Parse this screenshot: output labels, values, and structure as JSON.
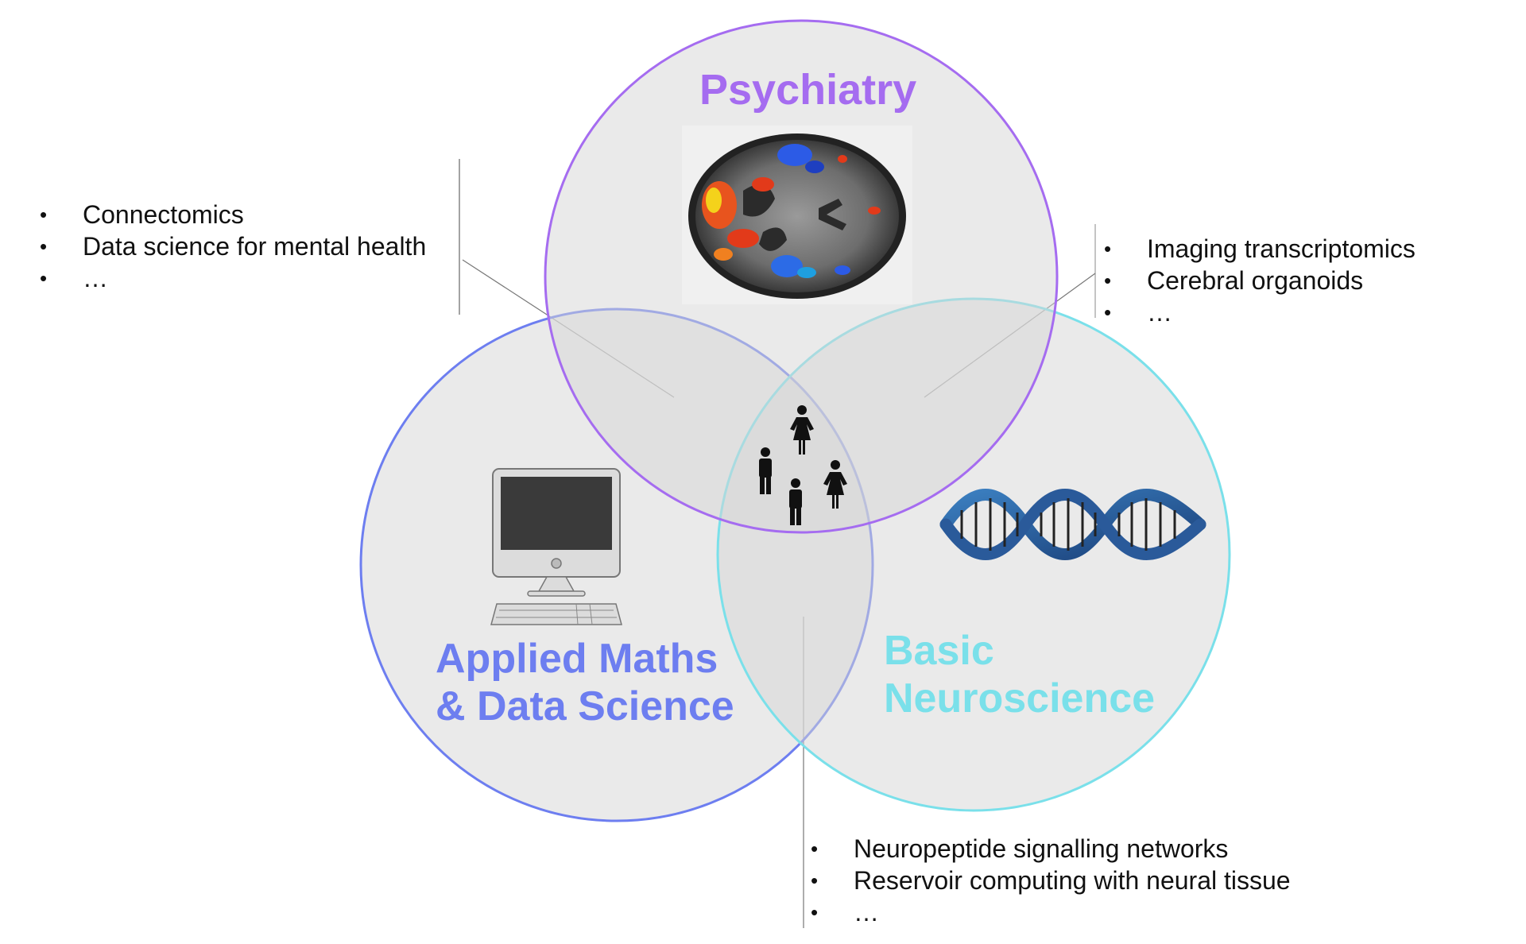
{
  "circles": {
    "psychiatry": {
      "title": "Psychiatry",
      "color": "#a56cf0"
    },
    "applied_maths": {
      "title_line1": "Applied Maths",
      "title_line2": "& Data Science",
      "color": "#6d7ef0"
    },
    "basic_neuroscience": {
      "title_line1": "Basic",
      "title_line2": "Neuroscience",
      "color": "#7ae0ea"
    }
  },
  "lists": {
    "psych_maths": [
      "Connectomics",
      "Data science for mental health",
      "…"
    ],
    "psych_neuro": [
      "Imaging transcriptomics",
      "Cerebral organoids",
      "…"
    ],
    "maths_neuro": [
      "Neuropeptide signalling networks",
      "Reservoir computing with neural tissue",
      "…"
    ]
  },
  "icons": [
    "brain-scan-icon",
    "computer-icon",
    "dna-helix-icon",
    "people-icon"
  ],
  "colors": {
    "circle_fill": "#d5d5d5",
    "connector": "#777777",
    "text": "#111111"
  }
}
